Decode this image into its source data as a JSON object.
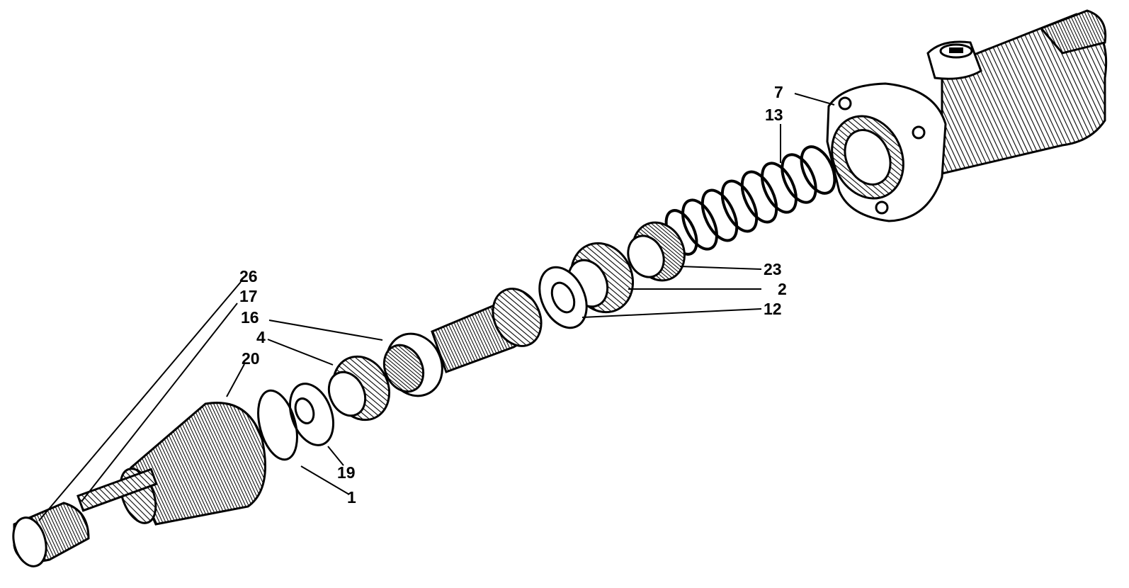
{
  "diagram": {
    "callouts": [
      {
        "id": "7",
        "label": "7"
      },
      {
        "id": "13",
        "label": "13"
      },
      {
        "id": "23",
        "label": "23"
      },
      {
        "id": "2",
        "label": "2"
      },
      {
        "id": "12",
        "label": "12"
      },
      {
        "id": "26",
        "label": "26"
      },
      {
        "id": "17",
        "label": "17"
      },
      {
        "id": "16",
        "label": "16"
      },
      {
        "id": "4",
        "label": "4"
      },
      {
        "id": "20",
        "label": "20"
      },
      {
        "id": "19",
        "label": "19"
      },
      {
        "id": "1",
        "label": "1"
      }
    ],
    "components": [
      "master-cylinder-body",
      "return-spring",
      "spring-cup",
      "secondary-seal",
      "spacer-washer",
      "piston",
      "primary-cup",
      "piston-washer",
      "circlip",
      "dust-boot",
      "push-rod",
      "clevis"
    ],
    "colors": {
      "ink": "#000000",
      "paper": "#ffffff"
    }
  }
}
